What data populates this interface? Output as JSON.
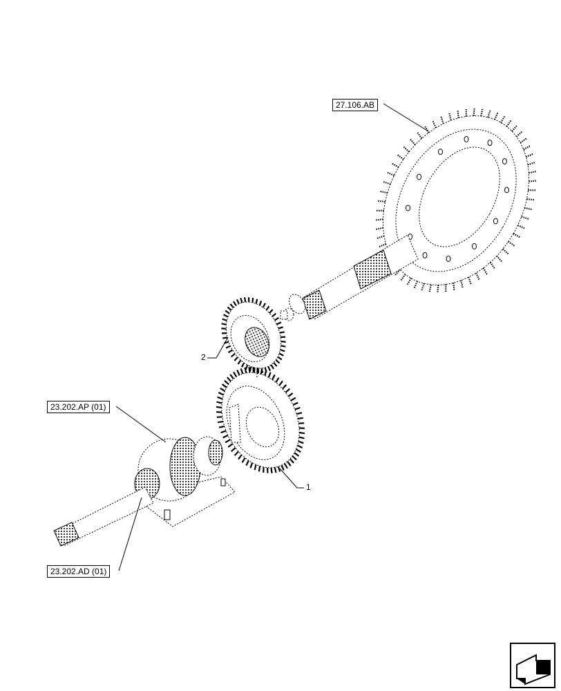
{
  "callouts": {
    "ref_top": "27.106.AB",
    "ref_mid": "23.202.AP (01)",
    "ref_bot": "23.202.AD (01)",
    "item_1": "1",
    "item_2": "2"
  },
  "nav": {
    "icon": "next-page-arrow-icon"
  }
}
